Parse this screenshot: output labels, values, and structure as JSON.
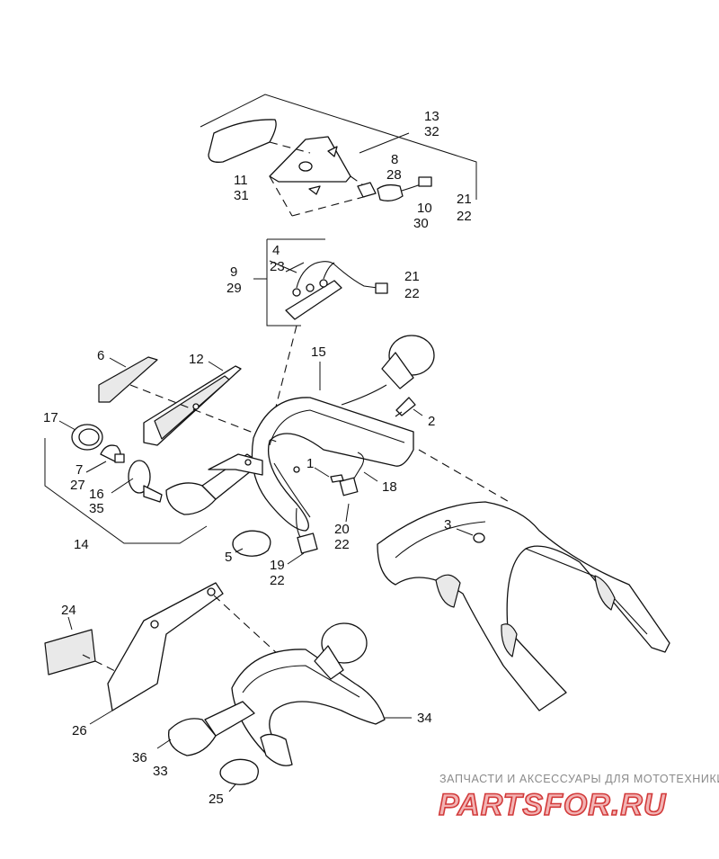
{
  "diagram": {
    "callouts": {
      "c13_32": [
        "13",
        "32"
      ],
      "c8_28": [
        "8",
        "28"
      ],
      "c11_31": [
        "11",
        "31"
      ],
      "c21_22_top": [
        "21",
        "22"
      ],
      "c10_30": [
        "10",
        "30"
      ],
      "c4": "4",
      "c23": "23",
      "c9_29": [
        "9",
        "29"
      ],
      "c21_22_mid": [
        "21",
        "22"
      ],
      "c6": "6",
      "c12": "12",
      "c15": "15",
      "c2": "2",
      "c17": "17",
      "c1": "1",
      "c18": "18",
      "c7_27": [
        "7",
        "27"
      ],
      "c16_35": [
        "16",
        "35"
      ],
      "c3": "3",
      "c20_22": [
        "20",
        "22"
      ],
      "c14": "14",
      "c5": "5",
      "c19_22": [
        "19",
        "22"
      ],
      "c24": "24",
      "c34": "34",
      "c26": "26",
      "c36_33": [
        "36",
        "33"
      ],
      "c25": "25"
    }
  },
  "watermark": {
    "tagline": "ЗАПЧАСТИ И АКСЕССУАРЫ ДЛЯ МОТОТЕХНИКИ",
    "brand": "PARTSFOR.RU",
    "brand_color": "#d23a3a"
  }
}
